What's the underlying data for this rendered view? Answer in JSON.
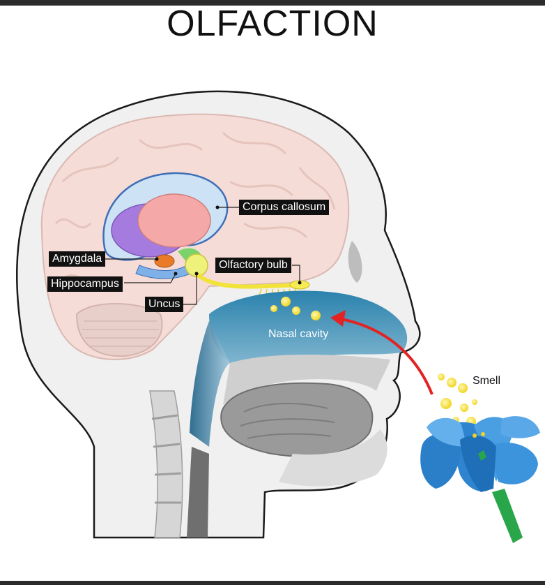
{
  "title": "OLFACTION",
  "labels": {
    "corpus_callosum": "Corpus callosum",
    "amygdala": "Amygdala",
    "olfactory_bulb": "Olfactory bulb",
    "hippocampus": "Hippocampus",
    "uncus": "Uncus",
    "nasal_cavity": "Nasal cavity",
    "smell": "Smell"
  },
  "colors": {
    "head_outline": "#1a1a1a",
    "skin": "#f0f0f0",
    "brain": "#f6dcd6",
    "nasal_cavity": "#1f7aa6",
    "olfactory_nerve": "#f2e33a",
    "flower": "#3c8fd6",
    "stem": "#2aa64a",
    "arrow": "#e32222"
  }
}
